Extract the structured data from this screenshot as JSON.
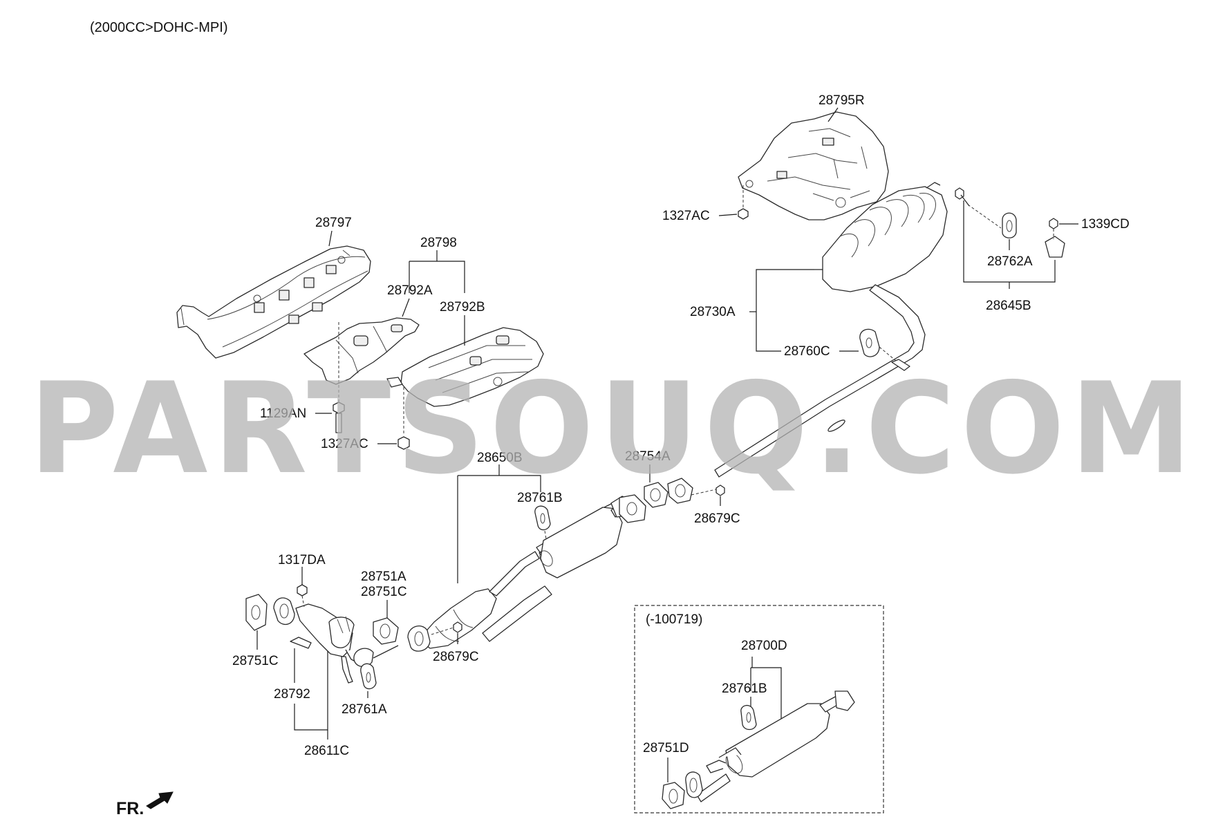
{
  "header": {
    "engine_spec": "(2000CC>DOHC-MPI)"
  },
  "watermark": "PARTSOUQ.COM",
  "direction_marker": "FR.",
  "inset": {
    "title": "(-100719)"
  },
  "part_labels": {
    "p28795R": "28795R",
    "p1327AC_top": "1327AC",
    "p1339CD": "1339CD",
    "p28762A": "28762A",
    "p28645B": "28645B",
    "p28730A": "28730A",
    "p28760C": "28760C",
    "p28797": "28797",
    "p28798": "28798",
    "p28792A": "28792A",
    "p28792B": "28792B",
    "p1129AN": "1129AN",
    "p1327AC_mid": "1327AC",
    "p28650B": "28650B",
    "p28754A": "28754A",
    "p28761B": "28761B",
    "p28679C_right": "28679C",
    "p1317DA": "1317DA",
    "p28751A": "28751A",
    "p28751C_mid": "28751C",
    "p28751C_left": "28751C",
    "p28679C_mid": "28679C",
    "p28792": "28792",
    "p28761A": "28761A",
    "p28611C": "28611C",
    "p28700D": "28700D",
    "p28761B_inset": "28761B",
    "p28751D": "28751D"
  },
  "colors": {
    "line": "#2a2a2a",
    "watermark": "#b3b3b3",
    "background": "#ffffff"
  }
}
